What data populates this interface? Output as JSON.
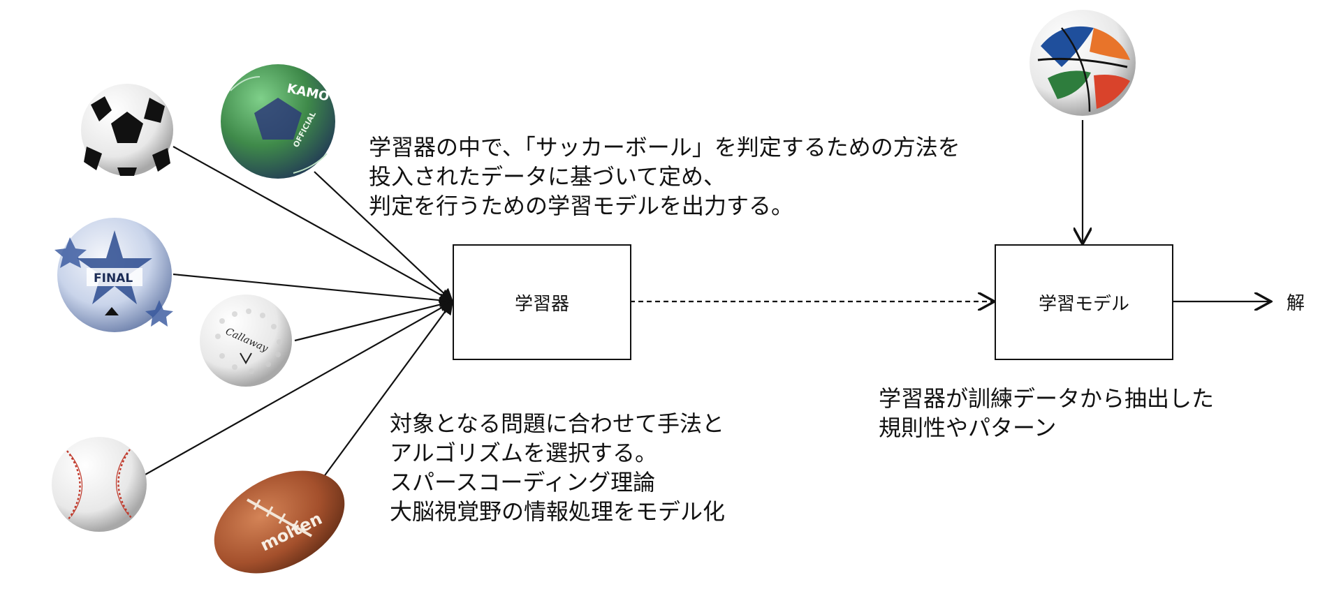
{
  "boxes": {
    "learner": "学習器",
    "model": "学習モデル"
  },
  "output_label": "解",
  "notes": {
    "top": [
      "学習器の中で、「サッカーボール」を判定するための方法を",
      "投入されたデータに基づいて定め、",
      "判定を行うための学習モデルを出力する。"
    ],
    "bottom": [
      "対象となる問題に合わせて手法と",
      "アルゴリズムを選択する。",
      "スパースコーディング理論",
      "大脳視覚野の情報処理をモデル化"
    ],
    "right": [
      "学習器が訓練データから抽出した",
      "規則性やパターン"
    ]
  },
  "ball_logos": {
    "green_ball": "KAMO",
    "green_ball_sub": "OFFICIAL",
    "final_ball": "FINAL",
    "golf_ball": "Callaway",
    "football": "molten"
  },
  "colors": {
    "line": "#111111",
    "green_ball": "#3f8a4a",
    "final_ball": "#2c4b8f",
    "football": "#a4502c"
  }
}
